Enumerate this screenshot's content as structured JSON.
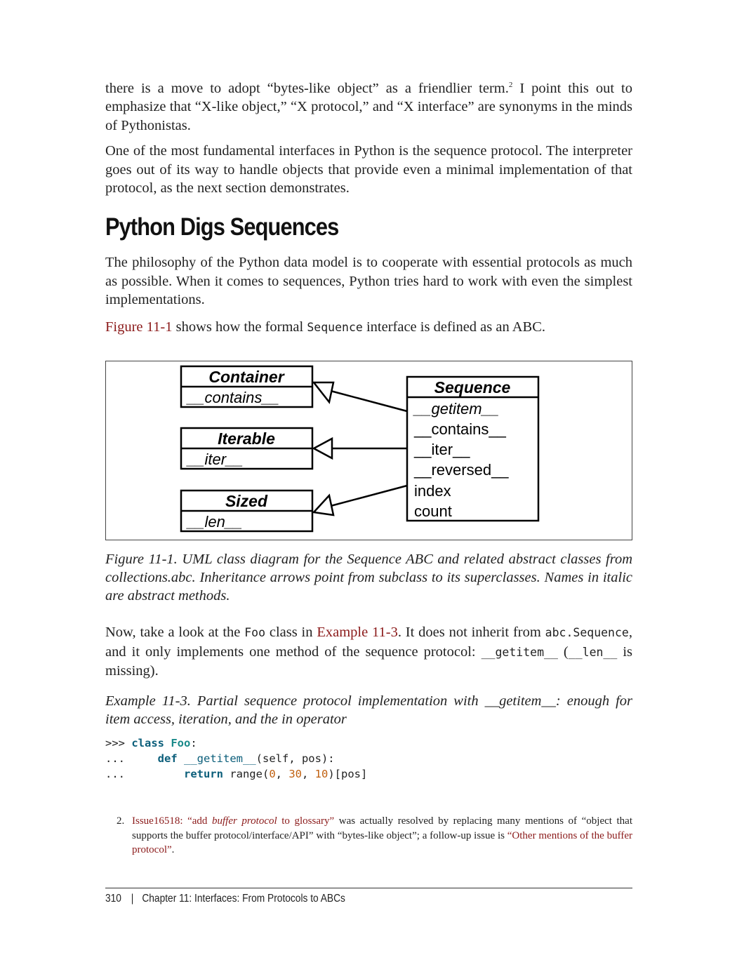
{
  "paragraphs": {
    "p1_line1": "there is a move to adopt “bytes-like object” as a friendlier term.",
    "p1_sup": "2",
    "p1_line2": " I point this out to emphasize that “X-like object,” “X protocol,” and “X interface” are synonyms in the minds of Pythonistas.",
    "p2": "One of the most fundamental interfaces in Python is the sequence protocol. The inter­preter goes out of its way to handle objects that provide even a minimal implementation of that protocol, as the next section demonstrates.",
    "p3": "The philosophy of the Python data model is to cooperate with essential protocols as much as possible. When it comes to sequences, Python tries hard to work with even the simplest implementations.",
    "p4_link": "Figure 11-1",
    "p4_a": " shows how the formal ",
    "p4_code": "Sequence",
    "p4_b": " interface is defined as an ABC.",
    "p5_a": "Now, take a look at the ",
    "p5_code1": "Foo",
    "p5_b": " class in ",
    "p5_link": "Example 11-3",
    "p5_c": ". It does not inherit from ",
    "p5_code2": "abc.Se­quence",
    "p5_d": ", and it only implements one method of the sequence protocol: ",
    "p5_code3": "__getitem__",
    "p5_e": " (",
    "p5_code4": "__len__",
    "p5_f": " is missing)."
  },
  "heading": "Python Digs Sequences",
  "figure": {
    "caption": "Figure 11-1. UML class diagram for the Sequence ABC and related abstract classes from collections.abc. Inheritance arrows point from subclass to its superclasses. Names in italic are abstract methods.",
    "classes": {
      "container": {
        "name": "Container",
        "methods": [
          "__contains__"
        ]
      },
      "iterable": {
        "name": "Iterable",
        "methods": [
          "__iter__"
        ]
      },
      "sized": {
        "name": "Sized",
        "methods": [
          "__len__"
        ]
      },
      "sequence": {
        "name": "Sequence",
        "methods": [
          "__getitem__",
          "__contains__",
          "__iter__",
          "__reversed__",
          "index",
          "count"
        ]
      }
    }
  },
  "example": {
    "caption": "Example 11-3. Partial sequence protocol implementation with __getitem__: enough for item access, iteration, and the in operator",
    "code": {
      "l1_prompt": ">>> ",
      "l1_kw": "class",
      "l1_name": "Foo",
      "l1_rest": ":",
      "l2_prompt": "...     ",
      "l2_kw": "def",
      "l2_fn": "__getitem__",
      "l2_rest": "(self, pos):",
      "l3_prompt": "...         ",
      "l3_kw": "return",
      "l3_a": " range(",
      "l3_n1": "0",
      "l3_b": ", ",
      "l3_n2": "30",
      "l3_c": ", ",
      "l3_n3": "10",
      "l3_d": ")[pos]"
    }
  },
  "footnote": {
    "number": "2.",
    "link1": "Issue16518: “add ",
    "link1_em": "buffer protocol",
    "link1_end": " to glossary”",
    "text": " was actually resolved by replacing many mentions of “object that supports the buffer protocol/interface/API” with “bytes-like object”; a follow-up issue is ",
    "link2": "“Other mentions of the buffer protocol”",
    "end": "."
  },
  "footer": {
    "page_number": "310",
    "separator": "|",
    "chapter": "Chapter 11: Interfaces: From Protocols to ABCs"
  },
  "colors": {
    "link": "#8b1a1a",
    "keyword": "#0b5e7a",
    "number": "#c06010"
  }
}
